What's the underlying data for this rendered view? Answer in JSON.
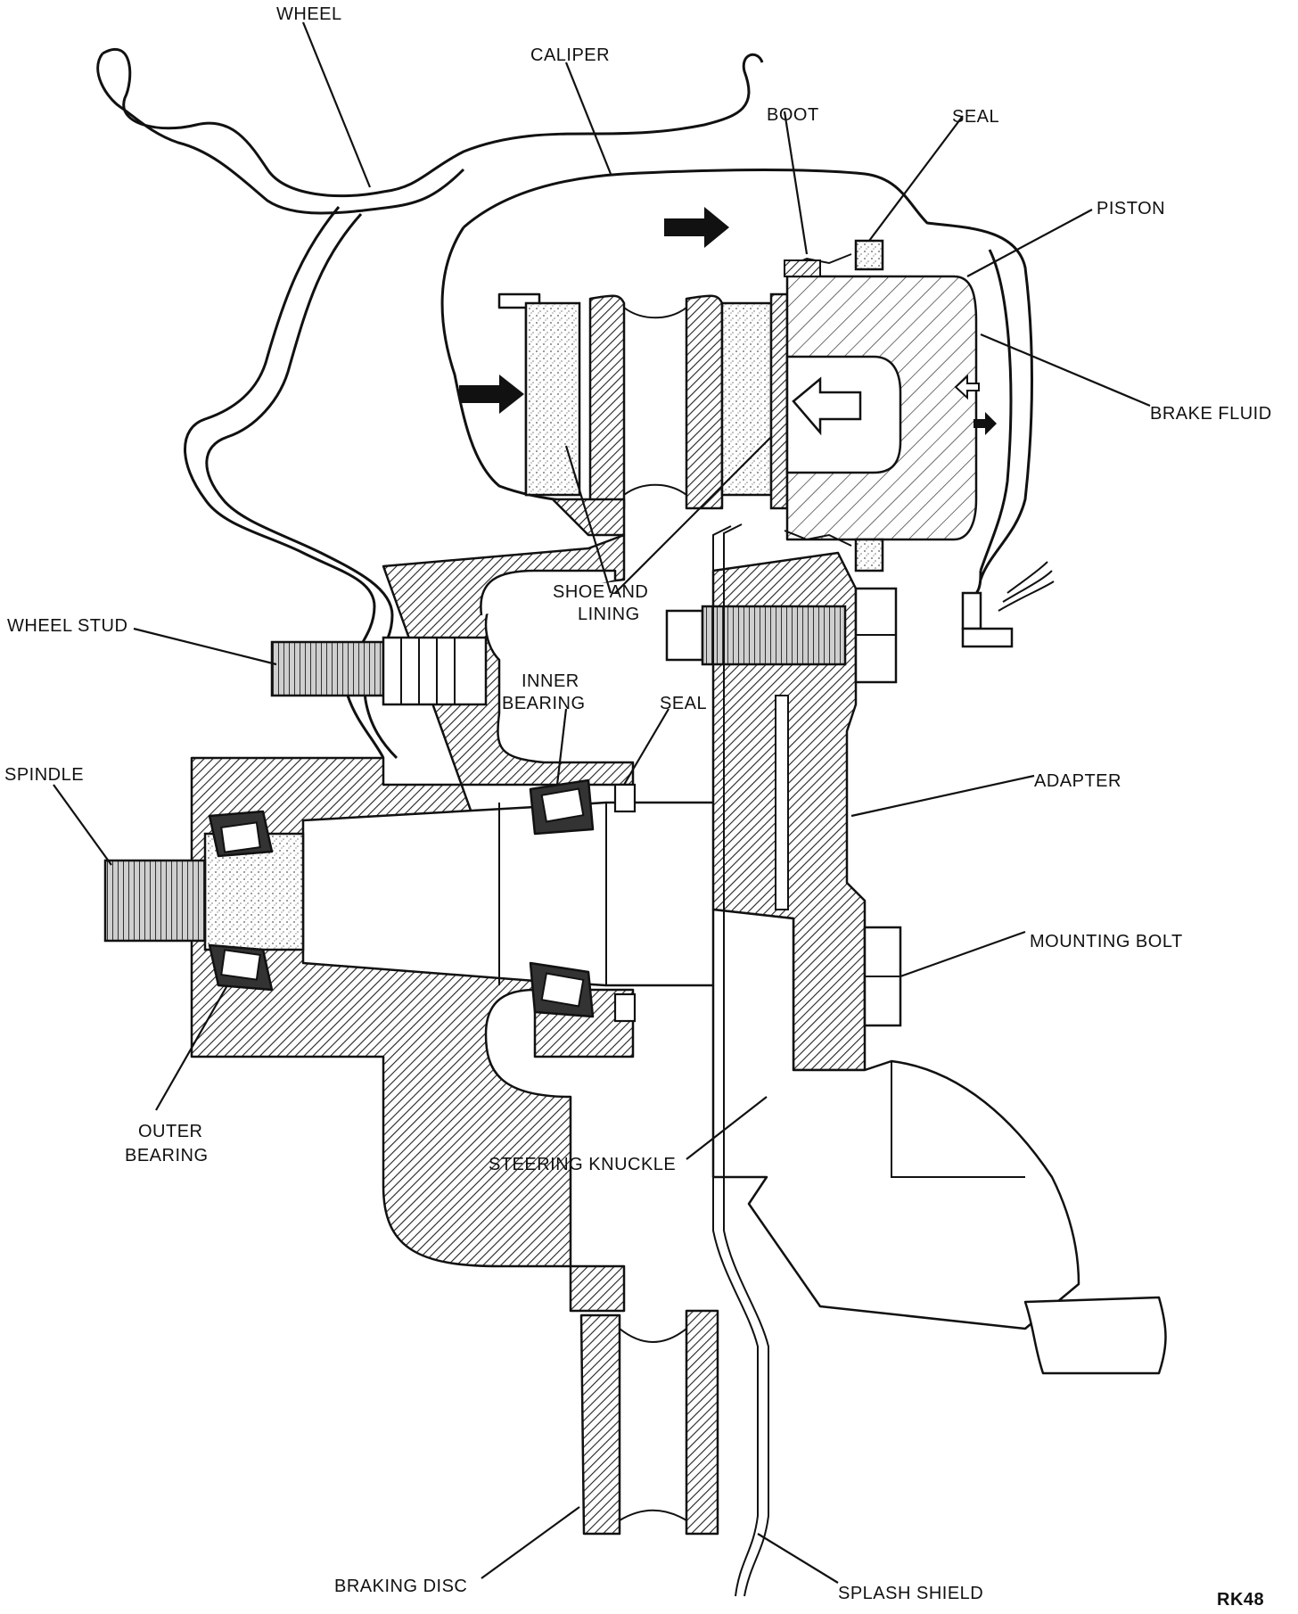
{
  "labels": {
    "wheel": "WHEEL",
    "caliper": "CALIPER",
    "boot": "BOOT",
    "seal_top": "SEAL",
    "piston": "PISTON",
    "brake_fluid": "BRAKE FLUID",
    "shoe_and_lining_1": "SHOE AND",
    "shoe_and_lining_2": "LINING",
    "wheel_stud": "WHEEL STUD",
    "inner_bearing_1": "INNER",
    "inner_bearing_2": "BEARING",
    "seal_lower": "SEAL",
    "spindle": "SPINDLE",
    "adapter": "ADAPTER",
    "mounting_bolt": "MOUNTING BOLT",
    "outer_bearing_1": "OUTER",
    "outer_bearing_2": "BEARING",
    "steering_knuckle": "STEERING KNUCKLE",
    "braking_disc": "BRAKING DISC",
    "splash_shield": "SPLASH SHIELD",
    "figure_code": "RK48"
  }
}
